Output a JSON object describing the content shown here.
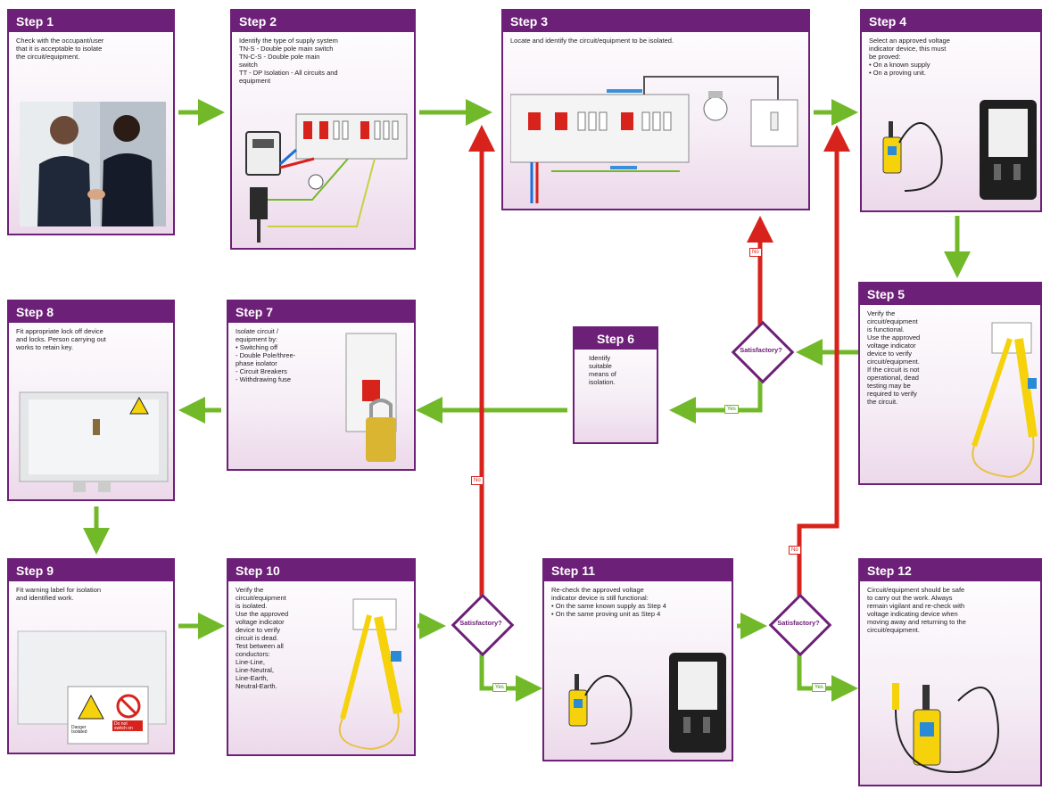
{
  "steps": {
    "s1": {
      "title": "Step 1",
      "text": "Check with the occupant/user\nthat it is acceptable to isolate\nthe circuit/equipment."
    },
    "s2": {
      "title": "Step 2",
      "text": "Identify the type of supply system\nTN-S - Double pole main switch\nTN-C-S - Double pole main\nswitch\nTT - DP Isolation - All circuits and\nequipment"
    },
    "s3": {
      "title": "Step 3",
      "text": "Locate and identify the circuit/equipment to be isolated."
    },
    "s4": {
      "title": "Step 4",
      "text": "Select an approved voltage\nindicator device, this must\nbe proved:\n• On a known supply\n• On a proving unit."
    },
    "s5": {
      "title": "Step 5",
      "text": "Verify the\ncircuit/equipment\nis functional.\nUse the approved\nvoltage indicator\ndevice to verify\ncircuit/equipment.\nIf the circuit is not\noperational, dead\ntesting may be\nrequired to verify\nthe circuit."
    },
    "s6": {
      "title": "Step 6",
      "text": "Identify\nsuitable\nmeans of\nisolation."
    },
    "s7": {
      "title": "Step 7",
      "text": "Isolate circuit /\nequipment by:\n• Switching off\n- Double Pole/three-\nphase isolator\n- Circuit Breakers\n- Withdrawing fuse"
    },
    "s8": {
      "title": "Step 8",
      "text": "Fit appropriate lock off device\nand locks. Person carrying out\nworks to retain key."
    },
    "s9": {
      "title": "Step 9",
      "text": "Fit warning label for isolation\nand identified work."
    },
    "s10": {
      "title": "Step 10",
      "text": "Verify the\ncircuit/equipment\nis isolated.\nUse the approved\nvoltage indicator\ndevice to verify\ncircuit is dead.\nTest between all\nconductors:\nLine-Line,\nLine-Neutral,\nLine-Earth,\nNeutral-Earth."
    },
    "s11": {
      "title": "Step 11",
      "text": "Re-check the approved voltage\nindicator device is still functional:\n• On the same known supply as Step 4\n• On the same proving unit as Step 4"
    },
    "s12": {
      "title": "Step 12",
      "text": "Circuit/equipment should be safe\nto carry out the work. Always\nremain vigilant and re-check with\nvoltage indicating device when\nmoving away and returning to the\ncircuit/equipment."
    }
  },
  "decisions": {
    "d1": "Satisfactory?",
    "d2": "Satisfactory?",
    "d3": "Satisfactory?"
  },
  "labels": {
    "no": "No",
    "yes": "Yes"
  },
  "warning_sign": {
    "left": "Danger\nIsolated",
    "right": "Do not\nswitch on"
  },
  "colors": {
    "purple": "#6d2077",
    "green": "#72b92a",
    "red": "#d8231c"
  }
}
